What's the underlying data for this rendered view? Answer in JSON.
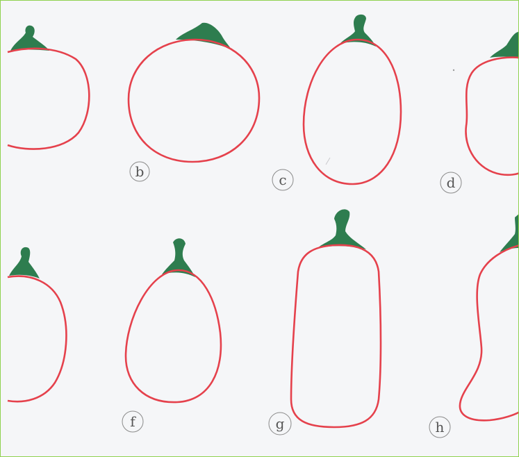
{
  "diagram": {
    "colors": {
      "outline": "#e5414c",
      "calyx": "#2e7d4f",
      "label": "#555555",
      "border": "#8fd14f",
      "background": "#f5f6f8"
    },
    "shapes": [
      {
        "id": "a",
        "label": ""
      },
      {
        "id": "b",
        "label": "b"
      },
      {
        "id": "c",
        "label": "c"
      },
      {
        "id": "d",
        "label": "d"
      },
      {
        "id": "e",
        "label": ""
      },
      {
        "id": "f",
        "label": "f"
      },
      {
        "id": "g",
        "label": "g"
      },
      {
        "id": "h",
        "label": "h"
      }
    ]
  }
}
